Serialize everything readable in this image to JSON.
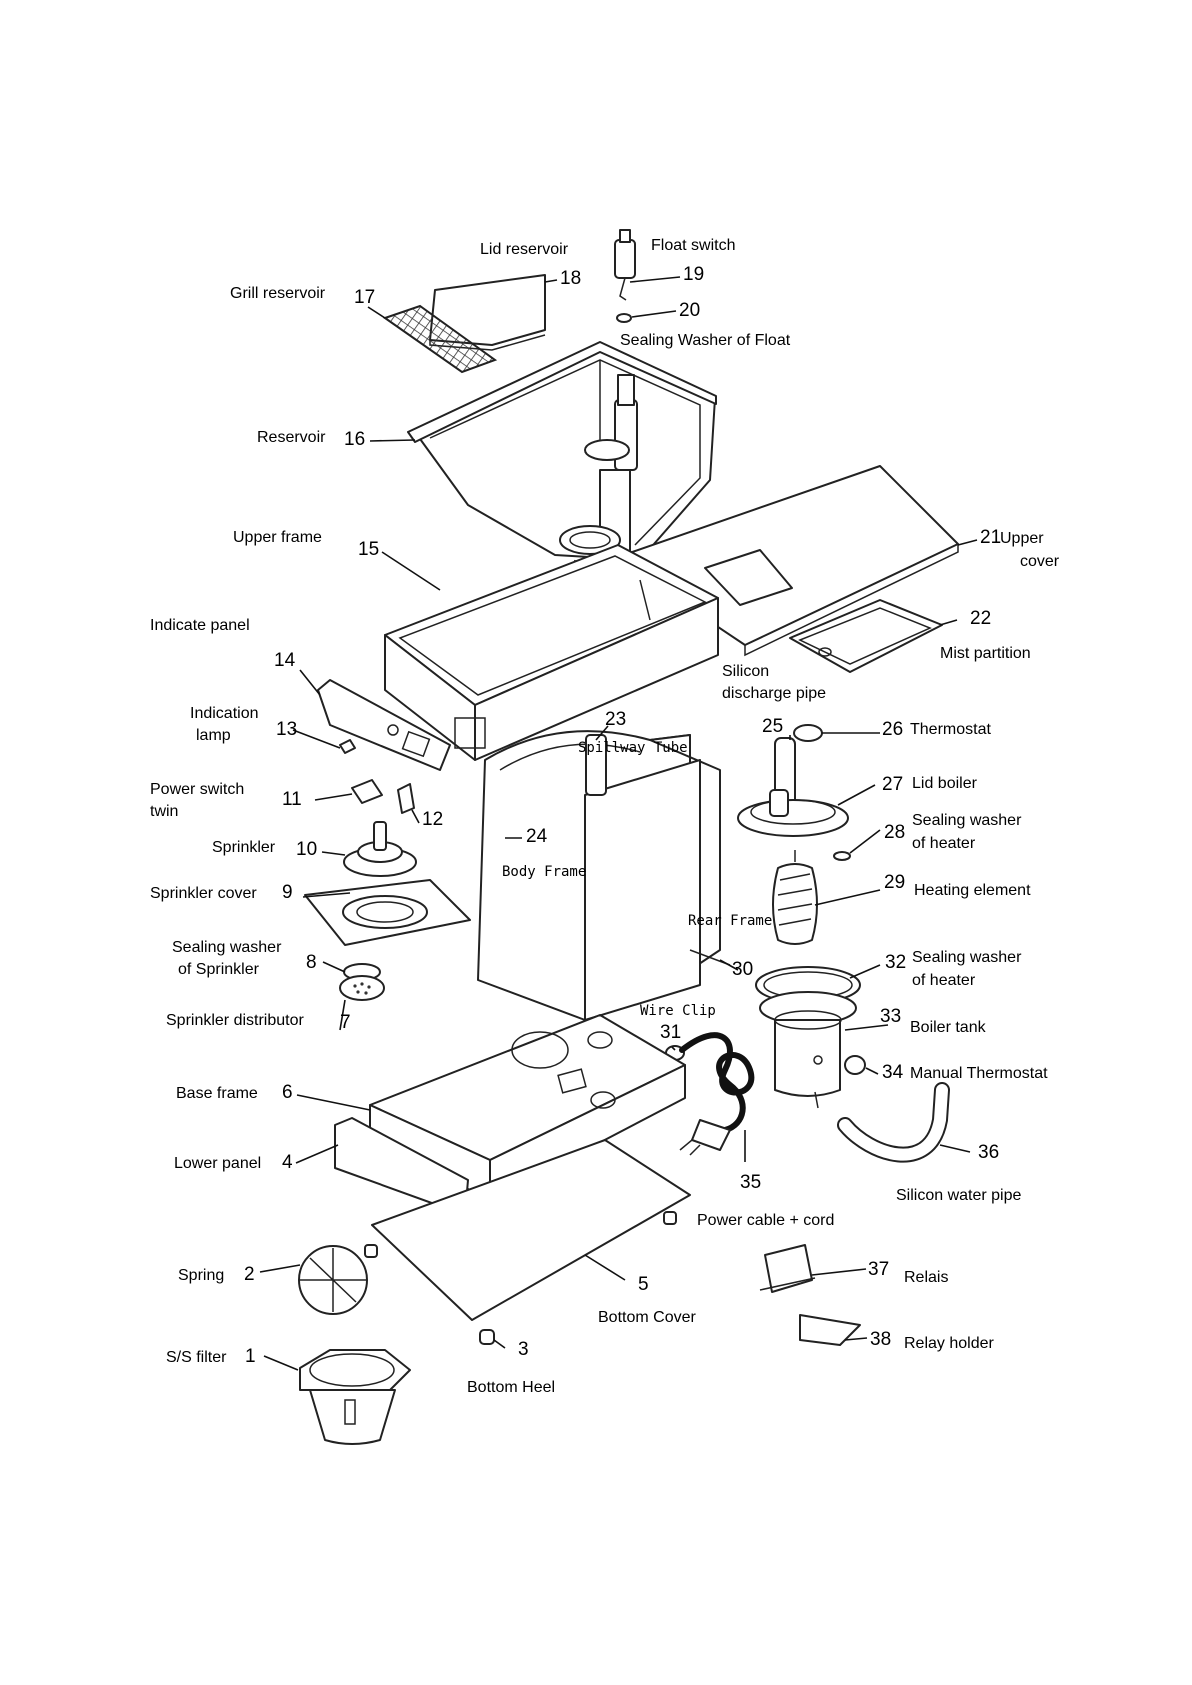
{
  "parts": [
    {
      "num": "1",
      "name": "S/S filter"
    },
    {
      "num": "2",
      "name": "Spring"
    },
    {
      "num": "3",
      "name": "Bottom Heel"
    },
    {
      "num": "4",
      "name": "Lower panel"
    },
    {
      "num": "5",
      "name": "Bottom Cover"
    },
    {
      "num": "6",
      "name": "Base frame"
    },
    {
      "num": "7",
      "name": "Sprinkler distributor"
    },
    {
      "num": "8",
      "name": "Sealing washer",
      "name2": "of Sprinkler"
    },
    {
      "num": "9",
      "name": "Sprinkler cover"
    },
    {
      "num": "10",
      "name": "Sprinkler"
    },
    {
      "num": "11",
      "name": "Power switch",
      "name2": "twin"
    },
    {
      "num": "12",
      "name": ""
    },
    {
      "num": "13",
      "name": "Indication",
      "name2": "lamp"
    },
    {
      "num": "14",
      "name": "Indicate panel"
    },
    {
      "num": "15",
      "name": "Upper frame"
    },
    {
      "num": "16",
      "name": "Reservoir"
    },
    {
      "num": "17",
      "name": "Grill reservoir"
    },
    {
      "num": "18",
      "name": "Lid reservoir"
    },
    {
      "num": "19",
      "name": "Float switch"
    },
    {
      "num": "20",
      "name": "Sealing Washer of Float"
    },
    {
      "num": "21",
      "name": "Upper",
      "name2": "cover"
    },
    {
      "num": "22",
      "name": "Mist partition"
    },
    {
      "num": "23",
      "name": "Spillway Tube"
    },
    {
      "num": "24",
      "name": "Body Frame"
    },
    {
      "num": "25",
      "name": "Silicon",
      "name2": "discharge pipe"
    },
    {
      "num": "26",
      "name": "Thermostat"
    },
    {
      "num": "27",
      "name": "Lid boiler"
    },
    {
      "num": "28",
      "name": "Sealing washer",
      "name2": "of heater"
    },
    {
      "num": "29",
      "name": "Heating element"
    },
    {
      "num": "30",
      "name": "Rear Frame"
    },
    {
      "num": "31",
      "name": "Wire Clip"
    },
    {
      "num": "32",
      "name": "Sealing washer",
      "name2": "of heater"
    },
    {
      "num": "33",
      "name": "Boiler tank"
    },
    {
      "num": "34",
      "name": "Manual Thermostat"
    },
    {
      "num": "35",
      "name": "Power cable + cord"
    },
    {
      "num": "36",
      "name": "Silicon water pipe"
    },
    {
      "num": "37",
      "name": "Relais"
    },
    {
      "num": "38",
      "name": "Relay holder"
    }
  ]
}
